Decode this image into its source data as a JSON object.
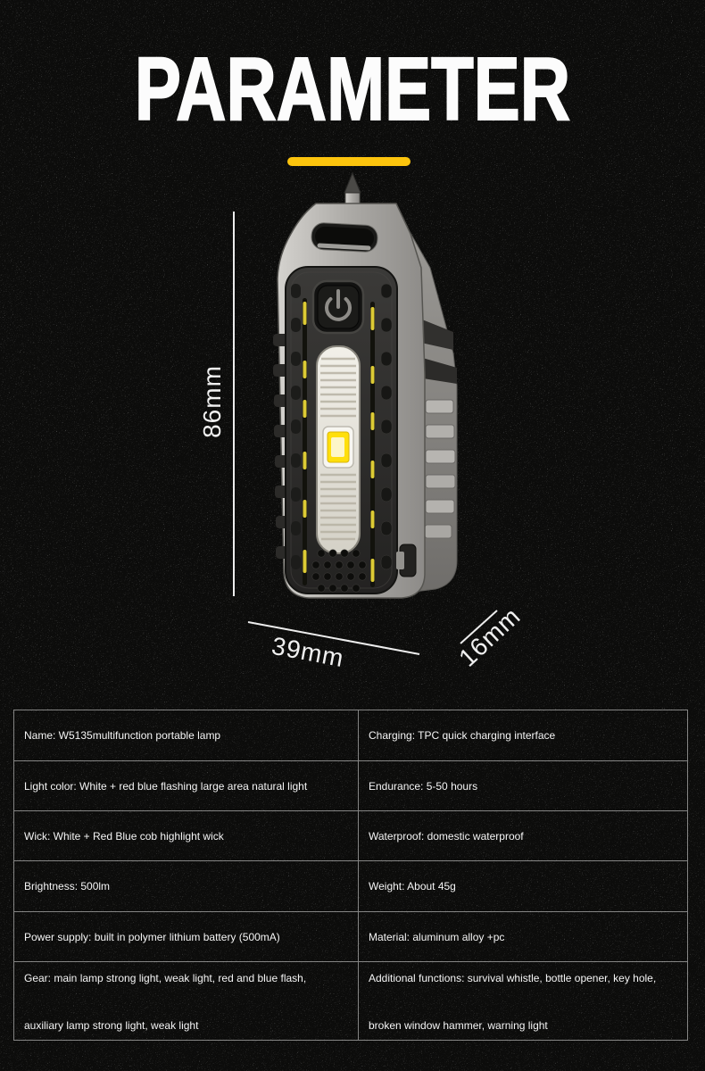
{
  "header": {
    "title": "PARAMETER"
  },
  "theme": {
    "background": "#0c0c0b",
    "accent_yellow": "#fcc40d",
    "text_white": "#f2f2f2",
    "metal_silver": "#a8a6a2",
    "led_yellow": "#ffdf0b",
    "table_border": "#e8e8e8"
  },
  "product": {
    "image_alt": "multifunction portable keychain lamp with glass-breaker spike, power button, COB light strip and whistle holes",
    "icons": {
      "power_button": "power-icon"
    },
    "dimensions": {
      "height": "86mm",
      "width": "39mm",
      "depth": "16mm"
    }
  },
  "spec_table": {
    "rows": [
      {
        "l": "Name: W5135multifunction portable lamp",
        "r": "Charging: TPC quick charging interface"
      },
      {
        "l": "Light color: White + red blue flashing large area natural light",
        "r": "Endurance: 5-50 hours"
      },
      {
        "l": "Wick: White + Red Blue cob highlight wick",
        "r": "Waterproof: domestic waterproof"
      },
      {
        "l": "Brightness: 500lm",
        "r": "Weight: About 45g"
      },
      {
        "l": "Power supply: built in polymer lithium battery (500mA)",
        "r": "Material: aluminum alloy +pc"
      },
      {
        "l": "Gear: main lamp strong light, weak light, red and blue flash,",
        "l2": "auxiliary lamp strong light, weak light",
        "r": "Additional functions: survival whistle, bottle opener, key hole,",
        "r2": "broken window hammer, warning light"
      }
    ]
  }
}
